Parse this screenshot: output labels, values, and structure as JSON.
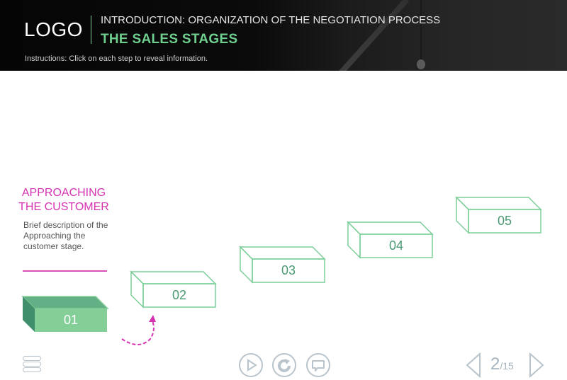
{
  "header": {
    "logo": "LOGO",
    "course_title": "INTRODUCTION: ORGANIZATION OF THE NEGOTIATION PROCESS",
    "slide_title": "THE SALES STAGES",
    "instructions": "Instructions: Click on each step to reveal information."
  },
  "stage": {
    "title_line1": "APPROACHING",
    "title_line2": "THE CUSTOMER",
    "description": "Brief description of the Approaching the customer stage."
  },
  "steps": [
    {
      "label": "01",
      "state": "active"
    },
    {
      "label": "02",
      "state": "inactive"
    },
    {
      "label": "03",
      "state": "inactive"
    },
    {
      "label": "04",
      "state": "inactive"
    },
    {
      "label": "05",
      "state": "inactive"
    }
  ],
  "colors": {
    "accent_green": "#7ccf98",
    "active_green_front": "#84cf98",
    "active_green_top": "#63b087",
    "active_green_side": "#3f8f6c",
    "accent_magenta": "#d633b3",
    "control_gray": "#b9c4cc"
  },
  "controls": {
    "menu_icon": "menu-icon",
    "play_icon": "play-icon",
    "replay_icon": "replay-icon",
    "comment_icon": "comment-icon",
    "prev_icon": "chevron-left-icon",
    "next_icon": "chevron-right-icon"
  },
  "pager": {
    "current": "2",
    "total": "/15"
  }
}
